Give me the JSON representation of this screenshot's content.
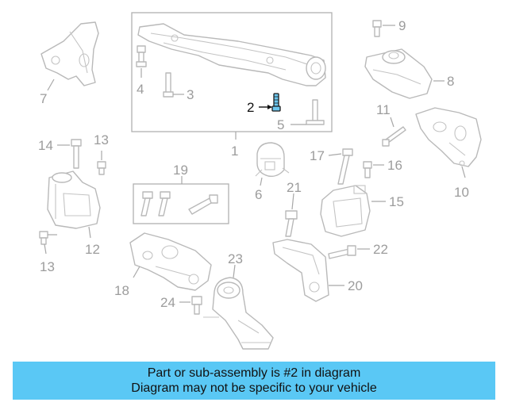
{
  "highlight": {
    "part_number": "2",
    "color": "#6cc6ee"
  },
  "callouts": {
    "c1": "1",
    "c2": "2",
    "c3": "3",
    "c4": "4",
    "c5": "5",
    "c6": "6",
    "c7": "7",
    "c8": "8",
    "c9": "9",
    "c10": "10",
    "c11": "11",
    "c12": "12",
    "c13a": "13",
    "c13b": "13",
    "c14": "14",
    "c15": "15",
    "c16": "16",
    "c17": "17",
    "c18": "18",
    "c19": "19",
    "c20": "20",
    "c21": "21",
    "c22": "22",
    "c23": "23",
    "c24": "24"
  },
  "banner": {
    "line1": "Part or sub-assembly is #2 in diagram",
    "line2": "Diagram may not be specific to your vehicle",
    "background": "#5ac8f5"
  }
}
